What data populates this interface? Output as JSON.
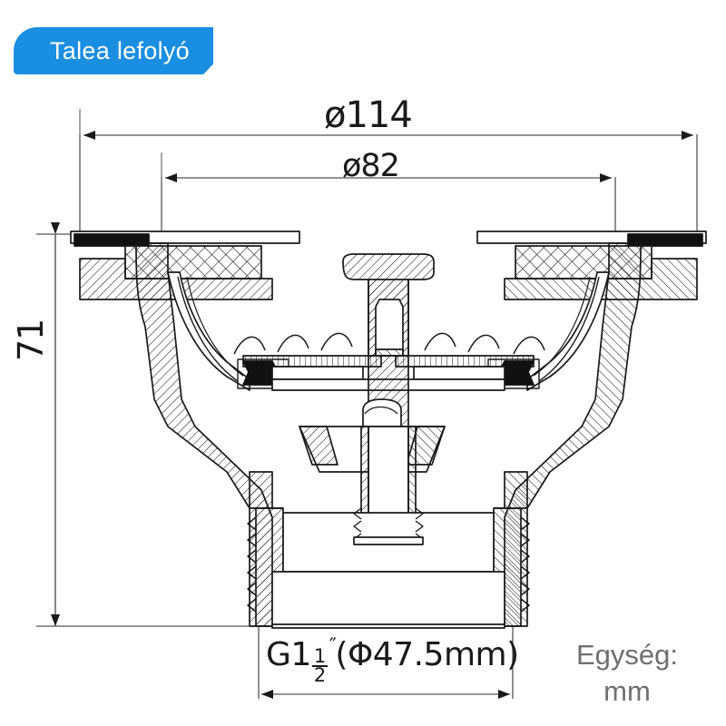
{
  "badge": {
    "label": "Talea lefolyó",
    "background_color": "#1a8ee0",
    "text_color": "#ffffff"
  },
  "drawing": {
    "title": "Sink strainer drain cross-section technical drawing",
    "line_color": "#1a1a1a",
    "dimension_line_color": "#555555",
    "background_color": "#ffffff"
  },
  "dimensions": {
    "outer_flange_diameter": "ø114",
    "inner_bowl_diameter": "ø82",
    "total_height": "71",
    "thread": {
      "prefix": "G1",
      "fraction_numerator": "1",
      "fraction_denominator": "2",
      "inch_mark": "″",
      "metric": "(Φ47.5mm)"
    }
  },
  "unit_note": {
    "line1": "Egység:",
    "line2": "mm",
    "text_color": "#6f6f6f"
  }
}
